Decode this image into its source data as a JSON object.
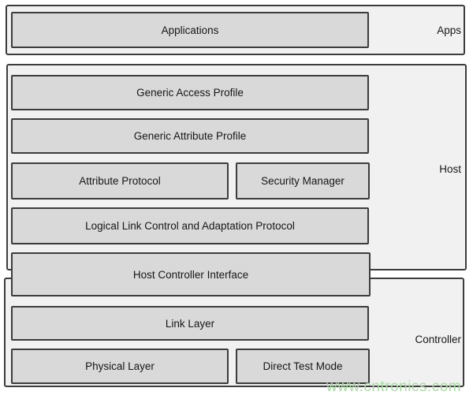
{
  "sections": [
    {
      "id": "apps",
      "label": "Apps"
    },
    {
      "id": "host",
      "label": "Host"
    },
    {
      "id": "controller",
      "label": "Controller"
    }
  ],
  "blocks": {
    "applications": "Applications",
    "gap": "Generic Access Profile",
    "gatt": "Generic Attribute Profile",
    "att": "Attribute Protocol",
    "smp": "Security Manager",
    "l2cap": "Logical Link Control and Adaptation Protocol",
    "hci": "Host Controller Interface",
    "link_layer": "Link Layer",
    "phy": "Physical Layer",
    "dtm": "Direct Test Mode"
  },
  "watermark": "www.cntronics.com",
  "colors": {
    "background": "#ffffff",
    "section_fill": "#f1f1f1",
    "block_fill": "#d9d9d9",
    "border": "#3c3c3c",
    "text": "#161616",
    "watermark_green": "#a9dca3"
  }
}
